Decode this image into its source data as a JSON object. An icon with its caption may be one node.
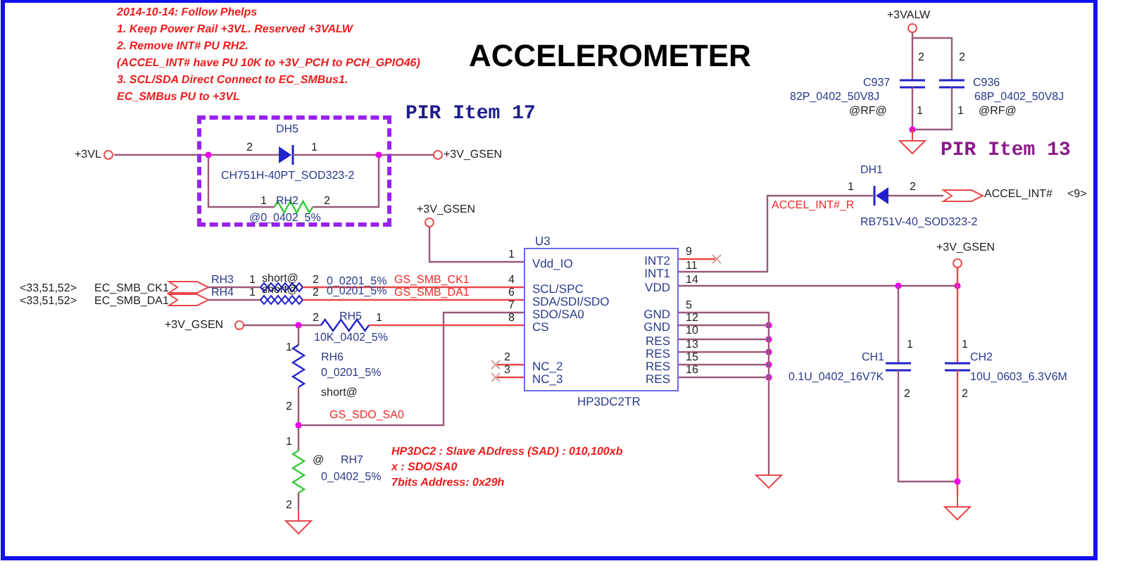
{
  "diagram": {
    "title": "ACCELEROMETER",
    "nodes": [
      {
        "text": [],
        "shape": "box"
      },
      {
        "text": [
          "+3VL"
        ]
      },
      {
        "text": [],
        "shape": "diode"
      },
      {
        "text": [
          "Vdd_IO",
          "SCL/SPC",
          "SDA/SDI/SDO",
          "SDO/SA0",
          "CS",
          "NC_2",
          "NC_3",
          "INT2",
          "INT1",
          "VDD",
          "GND",
          "GND",
          "RES",
          "RES",
          "RES",
          "RES"
        ],
        "beside": [
          "U3",
          "HP3DC2TR"
        ]
      },
      {
        "text": [],
        "shape": "ground"
      }
    ],
    "edges": [
      {
        "from": 1,
        "to": 0,
        "arrow": "none"
      },
      {
        "from": 3,
        "to": 2,
        "arrow": "none"
      },
      {
        "from": 3,
        "to": 4,
        "arrow": "none"
      }
    ],
    "labels": [
      "2014-10-14: Follow Phelps",
      "1. Keep Power Rail +3VL. Reserved +3VALW",
      "2. Remove INT# PU RH2.",
      "(ACCEL_INT# have PU 10K to +3V_PCH to PCH_GPIO46)",
      "3. SCL/SDA Direct Connect to EC_SMBus1.",
      "EC_SMBus PU to +3VL",
      "+3VALW",
      "2",
      "2",
      "C937",
      "C936",
      "82P_0402_50V8J",
      "68P_0402_50V8J",
      "PIR Item 17",
      "@RF@",
      "1",
      "1",
      "@RF@",
      "DH5",
      "2",
      "1",
      "+3V_GSEN",
      "PIR Item 13",
      "DH1",
      "CH751H-40PT_SOD323-2",
      "1",
      "2",
      "ACCEL_INT#",
      "<9>",
      "1",
      "RH2",
      "2",
      "+3V_GSEN",
      "ACCEL_INT#_R",
      "@0_0402_5%",
      "RB751V-40_SOD323-2",
      "1",
      "9",
      "+3V_GSEN",
      "11",
      "RH3",
      "1",
      "short@",
      "2",
      "0_0201_5%",
      "GS_SMB_CK1",
      "4",
      "14",
      "<33,51,52>",
      "EC_SMB_CK1",
      "RH4",
      "1",
      "short@",
      "2",
      "0_0201_5%",
      "GS_SMB_DA1",
      "6",
      "<33,51,52>",
      "EC_SMB_DA1",
      "7",
      "5",
      "+3V_GSEN",
      "2",
      "RH5",
      "1",
      "8",
      "12",
      "10K_0402_5%",
      "10",
      "1",
      "13",
      "1",
      "1",
      "RH6",
      "2",
      "15",
      "CH1",
      "CH2",
      "0_0201_5%",
      "3",
      "16",
      "0.1U_0402_16V7K",
      "10U_0603_6.3V6M",
      "short@",
      "2",
      "2",
      "2",
      "GS_SDO_SA0",
      "1",
      "HP3DC2 : Slave ADdress (SAD) : 010,100xb",
      "@",
      "RH7",
      "x : SDO/SA0",
      "0_0402_5%",
      "7bits Address: 0x29h",
      "2"
    ]
  }
}
